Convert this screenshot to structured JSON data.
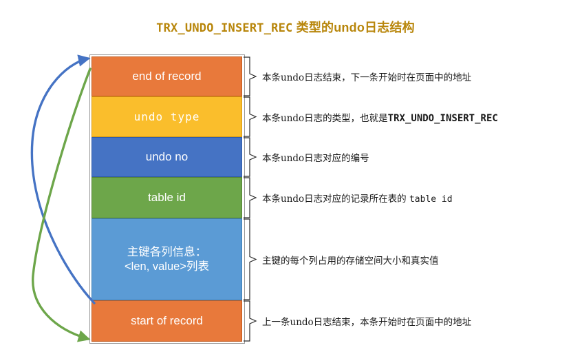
{
  "title": {
    "code": "TRX_UNDO_INSERT_REC",
    "rest": " 类型的undo日志结构",
    "color": "#B8860B"
  },
  "diagram": {
    "type": "undo-log-structure",
    "fields": [
      {
        "label": "end of record",
        "color": "#E8793B",
        "font": "sans"
      },
      {
        "label": "undo  type",
        "color": "#FABE2C",
        "font": "mono"
      },
      {
        "label": "undo no",
        "color": "#4573C4",
        "font": "sans"
      },
      {
        "label": "table id",
        "color": "#6DA64A",
        "font": "sans"
      },
      {
        "label_line1": "主键各列信息：",
        "label_line2": "<len, value>列表",
        "color": "#5B9BD5",
        "font": "sans"
      },
      {
        "label": "start of record",
        "color": "#E8793B",
        "font": "sans"
      }
    ],
    "annotations": [
      {
        "text": "本条undo日志结束，下一条开始时在页面中的地址",
        "code": ""
      },
      {
        "text": "本条undo日志的类型，也就是",
        "code": "TRX_UNDO_INSERT_REC"
      },
      {
        "text": "本条undo日志对应的编号",
        "code": ""
      },
      {
        "text": "本条undo日志对应的记录所在表的 ",
        "code": "table id"
      },
      {
        "text": "主键的每个列占用的存储空间大小和真实值",
        "code": ""
      },
      {
        "text": "上一条undo日志结束，本条开始时在页面中的地址",
        "code": ""
      }
    ],
    "arrows": [
      {
        "name": "blue-arrow-start-to-end",
        "color": "#4573C4",
        "from": "start of record",
        "to": "end of record"
      },
      {
        "name": "green-arrow-end-to-start",
        "color": "#6DA64A",
        "from": "end of record",
        "to": "start of record"
      }
    ]
  }
}
